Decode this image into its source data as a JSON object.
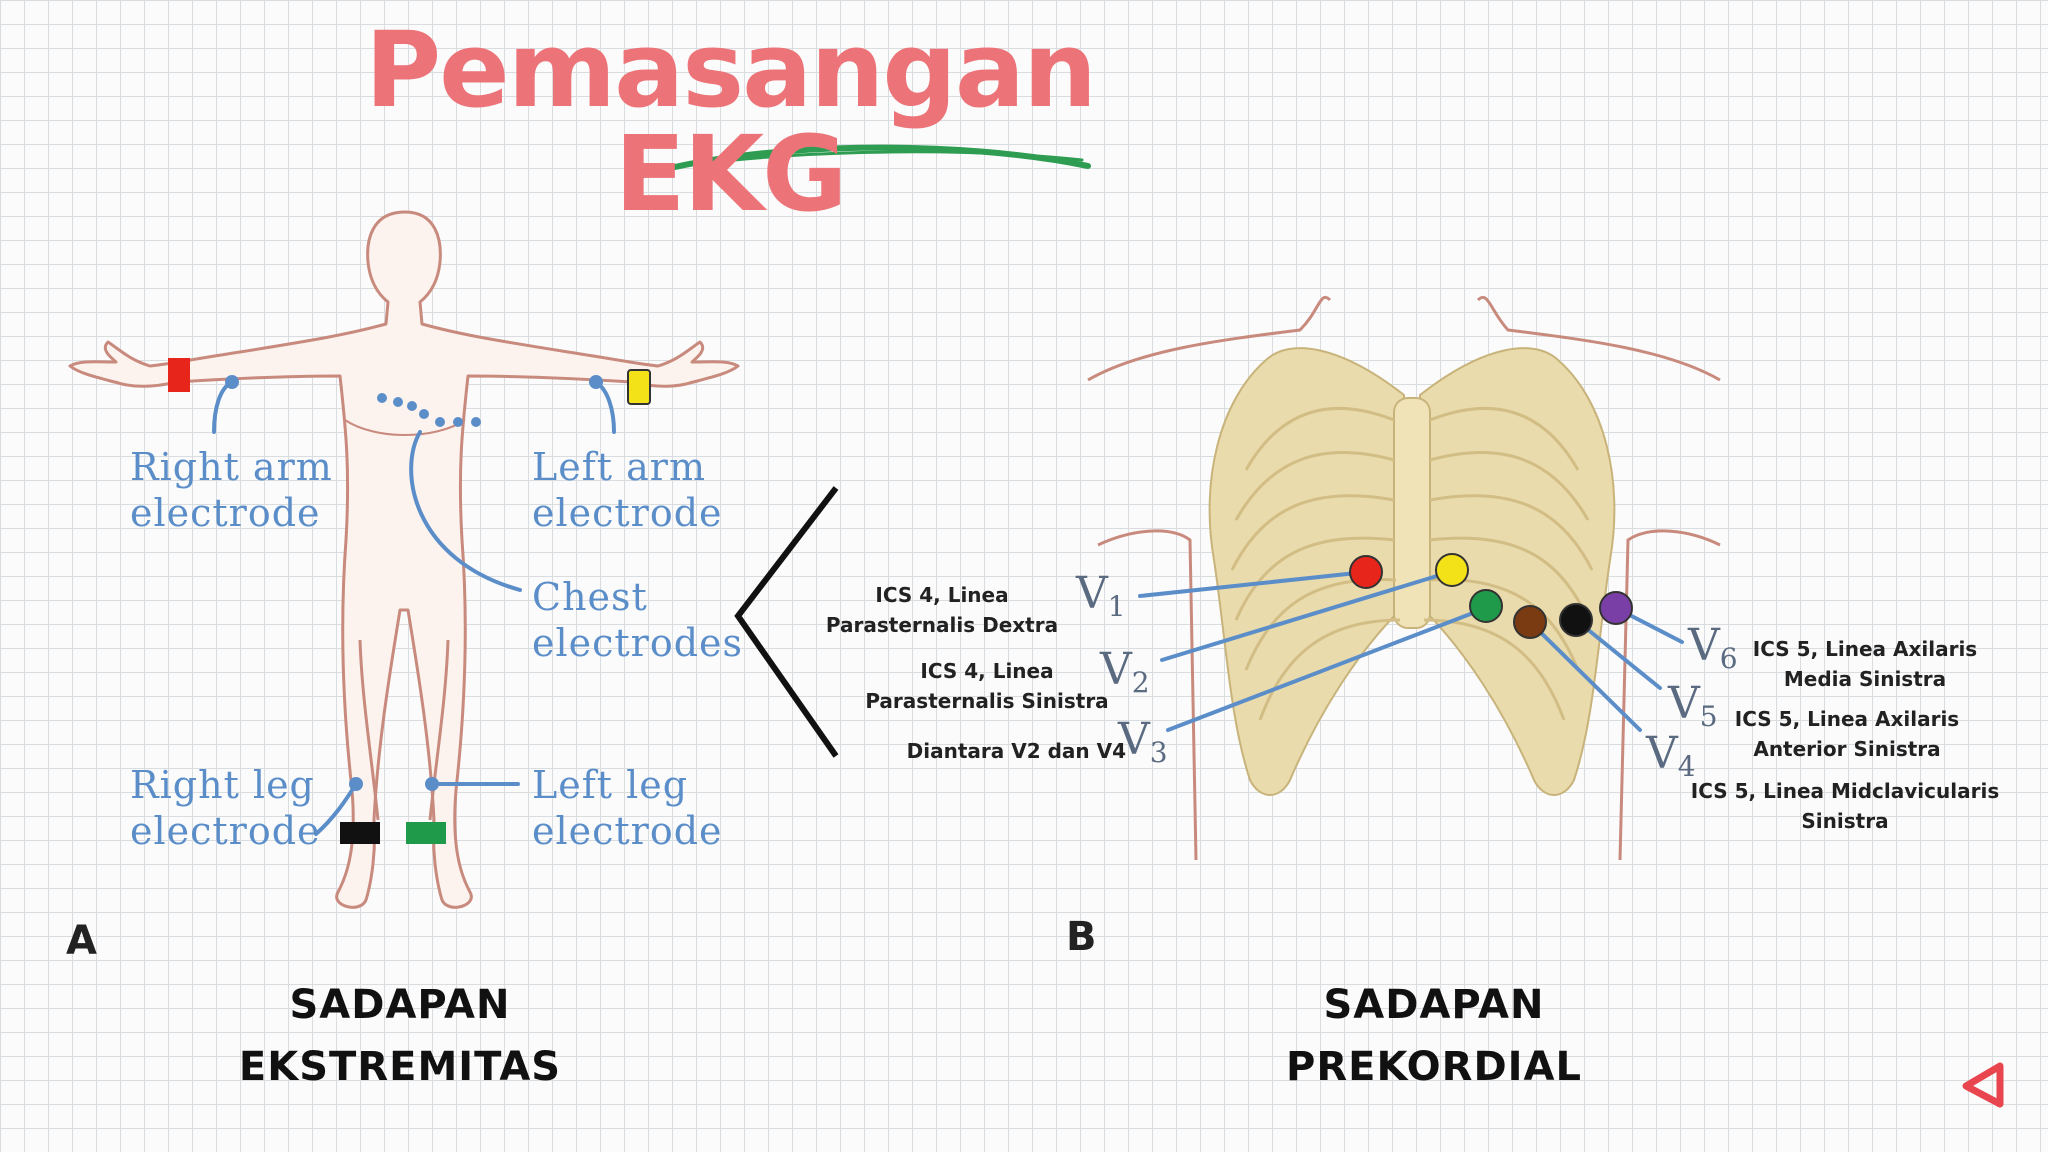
{
  "title": "Pemasangan EKG",
  "colors": {
    "title": "#ec7378",
    "underline": "#2e9d52",
    "label_blue": "#5b8ec9",
    "body_outline": "#c98a7e",
    "rib": "#e5d6a3",
    "electrode_ra": "#e8251b",
    "electrode_la": "#f4e218",
    "electrode_rl": "#111111",
    "electrode_ll": "#1f9a4a"
  },
  "panel_a": {
    "letter": "A",
    "labels": {
      "right_arm_1": "Right arm",
      "right_arm_2": "electrode",
      "left_arm_1": "Left arm",
      "left_arm_2": "electrode",
      "chest_1": "Chest",
      "chest_2": "electrodes",
      "right_leg_1": "Right leg",
      "right_leg_2": "electrode",
      "left_leg_1": "Left leg",
      "left_leg_2": "electrode"
    },
    "caption_1": "SADAPAN",
    "caption_2": "EKSTREMITAS"
  },
  "panel_b": {
    "letter": "B",
    "caption_1": "SADAPAN",
    "caption_2": "PREKORDIAL",
    "leads": [
      {
        "v": "V",
        "sub": "1",
        "note_1": "ICS 4, Linea",
        "note_2": "Parasternalis Dextra",
        "color": "#e8251b"
      },
      {
        "v": "V",
        "sub": "2",
        "note_1": "ICS 4, Linea",
        "note_2": "Parasternalis Sinistra",
        "color": "#f4e218"
      },
      {
        "v": "V",
        "sub": "3",
        "note_1": "Diantara V2 dan V4",
        "note_2": "",
        "color": "#1f9a4a"
      },
      {
        "v": "V",
        "sub": "4",
        "note_1": "ICS 5, Linea Midclavicularis",
        "note_2": "Sinistra",
        "color": "#7a3a12"
      },
      {
        "v": "V",
        "sub": "5",
        "note_1": "ICS 5, Linea Axilaris",
        "note_2": "Anterior Sinistra",
        "color": "#111111"
      },
      {
        "v": "V",
        "sub": "6",
        "note_1": "ICS 5, Linea Axilaris",
        "note_2": "Media Sinistra",
        "color": "#7a3fa6"
      }
    ]
  },
  "nav": {
    "icon": "back-triangle-icon",
    "color": "#e8454f"
  }
}
